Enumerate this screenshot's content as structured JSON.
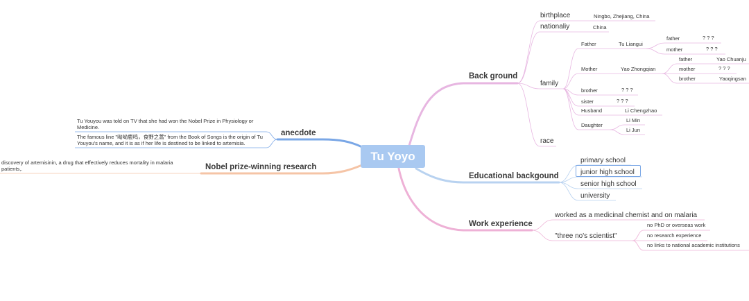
{
  "root": {
    "label": "Tu Yoyo"
  },
  "background": {
    "label": "Back ground",
    "birthplace": {
      "label": "birthplace",
      "value": "Ningbo, Zhejiang, China"
    },
    "nationality": {
      "label": "nationaliy",
      "value": "China"
    },
    "family": {
      "label": "family",
      "father": {
        "label": "Father",
        "name": "Tu Liangui",
        "father": {
          "label": "father",
          "value": "? ? ?"
        },
        "mother": {
          "label": "mother",
          "value": "? ? ?"
        }
      },
      "mother": {
        "label": "Mother",
        "name": "Yao Zhongqian",
        "father": {
          "label": "father",
          "value": "Yao Chuanju"
        },
        "mother": {
          "label": "mother",
          "value": "? ? ?"
        },
        "brother": {
          "label": "brother",
          "value": "Yaoqingsan"
        }
      },
      "brother": {
        "label": "brother",
        "value": "? ? ?"
      },
      "sister": {
        "label": "sister",
        "value": "? ? ?"
      },
      "husband": {
        "label": "Husband",
        "value": "Li Chengzhao"
      },
      "daughter": {
        "label": "Daughter",
        "values": [
          "Li Min",
          "Li Jun"
        ]
      }
    },
    "race": {
      "label": "race"
    }
  },
  "education": {
    "label": "Educational backgound",
    "items": [
      "primary school",
      "junior high school",
      "senior high school",
      "university"
    ]
  },
  "work": {
    "label": "Work experience",
    "item1": "worked as a medicinal chemist and on malaria",
    "item2": "\"three no's scientist\"",
    "subitems": [
      "no PhD or overseas work",
      "no research experience",
      "no links to national academic institutions"
    ]
  },
  "anecdote": {
    "label": "anecdote",
    "items": [
      "Tu Youyou was told on TV that she had won the Nobel Prize in Physiology or Medicine.",
      "The famous line \"呦呦鹿鸣，食野之蒿\" from the Book of Songs is the origin of Tu Youyou's name, and it is as if her life is destined to be linked to artemisia."
    ]
  },
  "nobel": {
    "label": "Nobel prize-winning research",
    "detail": "discovery of artemisinin, a drug that effectively reduces mortality in malaria patients,."
  },
  "colors": {
    "root_fill": "#a9c9f1",
    "background_branch": "#e7b6e1",
    "education_branch": "#b8d2f0",
    "work_branch": "#eeb1d6",
    "anecdote_branch": "#7aa7e6",
    "nobel_branch": "#f5c4a6",
    "selection": "#7aa7e6"
  }
}
